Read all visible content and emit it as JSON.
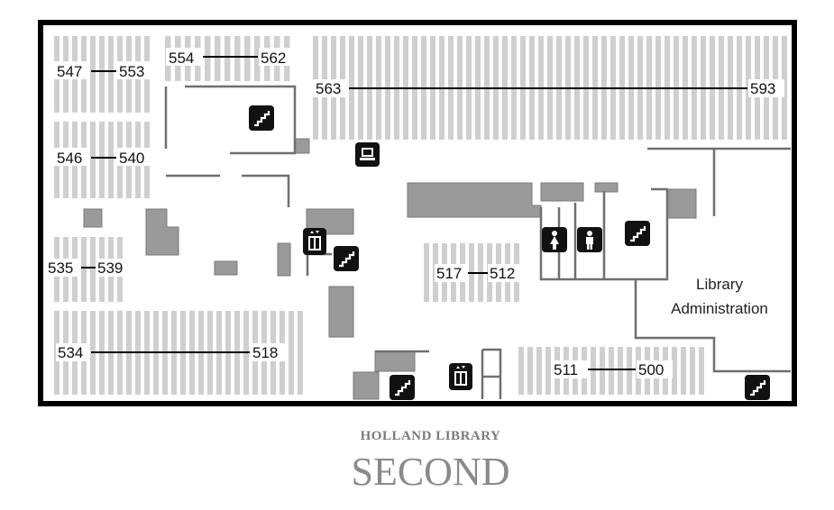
{
  "map": {
    "range_labels": [
      {
        "id": "r547",
        "from": "547",
        "to": "553"
      },
      {
        "id": "r554",
        "from": "554",
        "to": "562"
      },
      {
        "id": "r563",
        "from": "563",
        "to": "593"
      },
      {
        "id": "r546",
        "from": "546",
        "to": "540"
      },
      {
        "id": "r535",
        "from": "535",
        "to": "539"
      },
      {
        "id": "r517",
        "from": "517",
        "to": "512"
      },
      {
        "id": "r534",
        "from": "534",
        "to": "518"
      },
      {
        "id": "r511",
        "from": "511",
        "to": "500"
      }
    ],
    "room_label_line1": "Library",
    "room_label_line2": "Administration",
    "icons": [
      "stairs-icon",
      "computer-icon",
      "elevator-icon",
      "restroom-women-icon",
      "restroom-men-icon"
    ],
    "colors": {
      "stacks": "#cfcfcf",
      "blocks": "#9a9a9a",
      "walls": "#6f6f6f",
      "border": "#000000"
    }
  },
  "footer": {
    "building": "HOLLAND LIBRARY",
    "floor": "SECOND"
  }
}
